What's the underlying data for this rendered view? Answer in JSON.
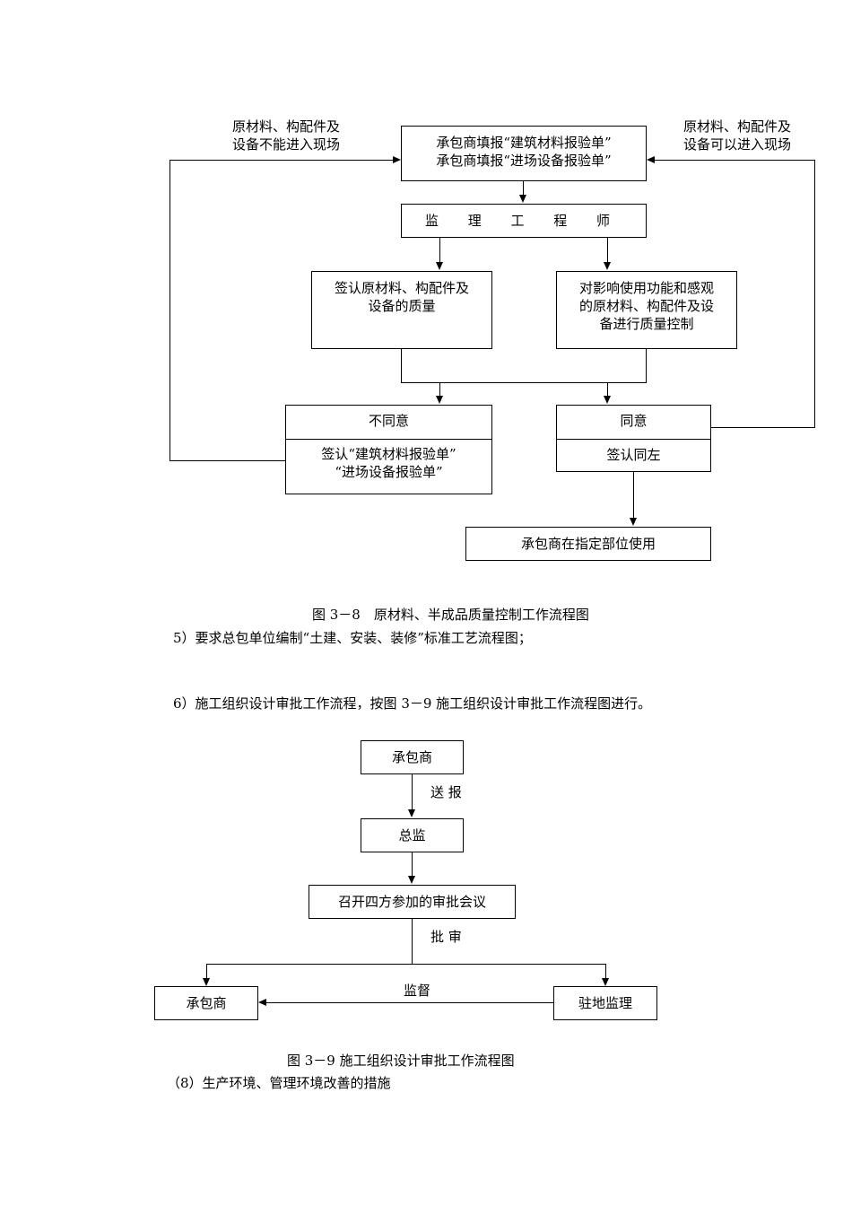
{
  "fig38": {
    "left_note": [
      "原材料、构配件及",
      "设备不能进入现场"
    ],
    "right_note": [
      "原材料、构配件及",
      "设备可以进入现场"
    ],
    "top_box": [
      "承包商填报“建筑材料报验单”",
      "承包商填报“进场设备报验单”"
    ],
    "engineer": "监 理 工 程 师",
    "left_check": [
      "签认原材料、构配件及",
      "设备的质量"
    ],
    "right_check": [
      "对影响使用功能和感观",
      "的原材料、构配件及设",
      "备进行质量控制"
    ],
    "disagree_title": "不同意",
    "disagree_body": [
      "签认“建筑材料报验单”",
      "“进场设备报验单”"
    ],
    "agree_title": "同意",
    "agree_body": "签认同左",
    "final_box": "承包商在指定部位使用",
    "caption": "图 3－8　原材料、半成品质量控制工作流程图"
  },
  "paragraphs": {
    "p5": "5）要求总包单位编制“土建、安装、装修”标准工艺流程图；",
    "p6": "6）施工组织设计审批工作流程，按图 3－9 施工组织设计审批工作流程图进行。",
    "p8": "（8）生产环境、管理环境改善的措施"
  },
  "fig39": {
    "contractor_top": "承包商",
    "submit_label": "送 报",
    "chief": "总监",
    "meeting": "召开四方参加的审批会议",
    "approve_label": "批 审",
    "contractor_bottom": "承包商",
    "supervise_label": "监督",
    "resident": "驻地监理",
    "caption": "图 3－9 施工组织设计审批工作流程图"
  }
}
